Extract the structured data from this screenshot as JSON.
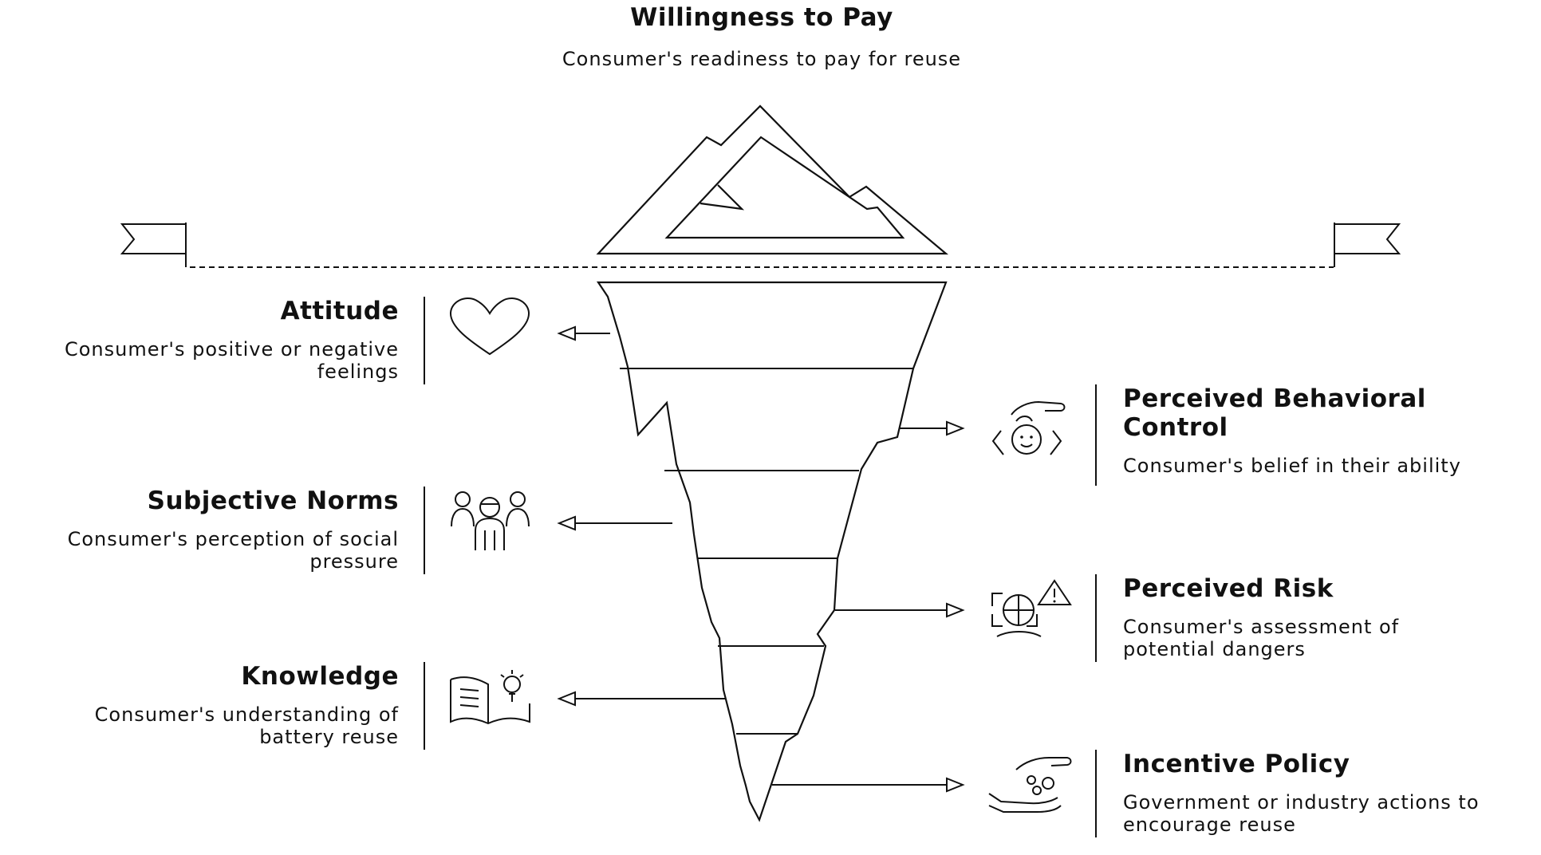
{
  "top": {
    "title": "Willingness to Pay",
    "description": "Consumer's readiness to pay for reuse"
  },
  "left_factors": [
    {
      "title": "Attitude",
      "description": "Consumer's positive or negative feelings",
      "icon": "heart-icon"
    },
    {
      "title": "Subjective Norms",
      "description": "Consumer's perception of social pressure",
      "icon": "people-group-icon"
    },
    {
      "title": "Knowledge",
      "description": "Consumer's understanding of battery reuse",
      "icon": "book-lightbulb-icon"
    }
  ],
  "right_factors": [
    {
      "title": "Perceived Behavioral Control",
      "description": "Consumer's belief in their ability",
      "icon": "hand-over-person-icon"
    },
    {
      "title": "Perceived Risk",
      "description": "Consumer's assessment of potential dangers",
      "icon": "risk-warning-icon"
    },
    {
      "title": "Incentive Policy",
      "description": "Government or industry actions to encourage reuse",
      "icon": "hand-coins-icon"
    }
  ]
}
